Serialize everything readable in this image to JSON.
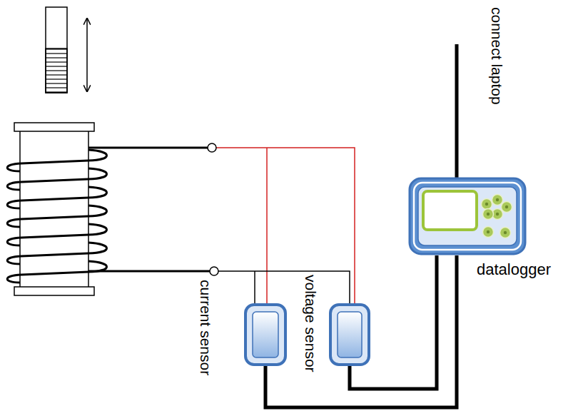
{
  "diagram": {
    "nodes": [
      {
        "text": [
          "current sensor"
        ]
      },
      {
        "text": [
          "voltage sensor"
        ]
      },
      {
        "text": [
          "datalogger"
        ]
      }
    ],
    "edges": [
      {
        "from": 0,
        "to": 2,
        "arrow": "none"
      },
      {
        "from": 1,
        "to": 2,
        "arrow": "none"
      }
    ],
    "labels": [
      "connect laptop"
    ]
  }
}
